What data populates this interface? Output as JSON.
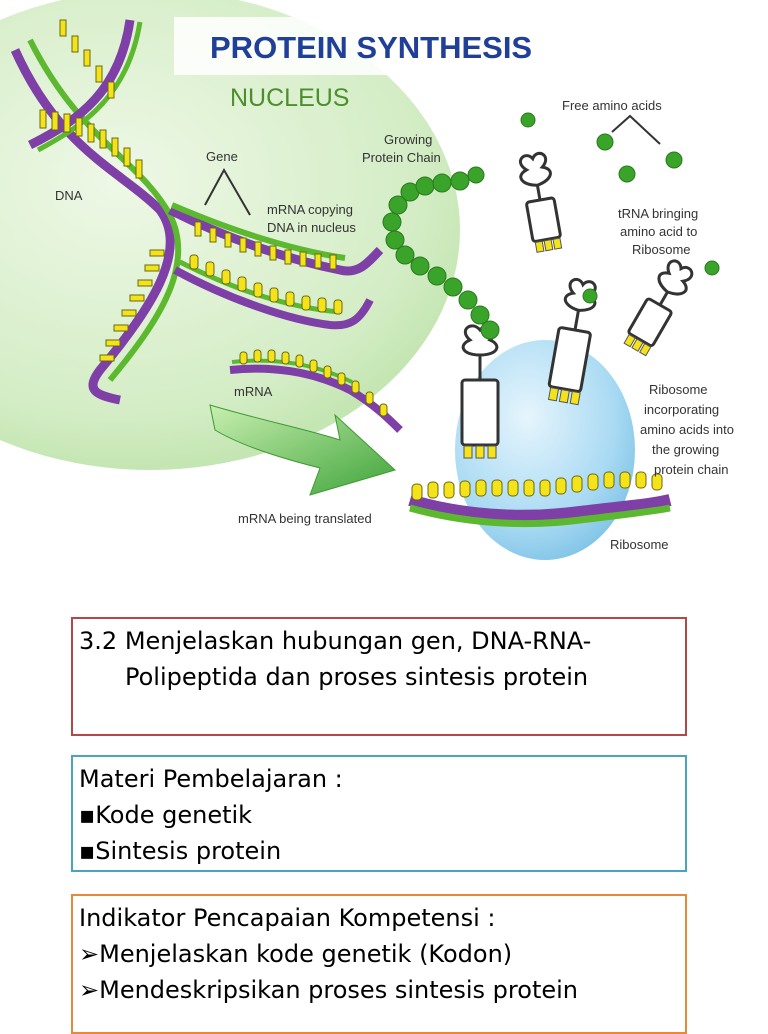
{
  "diagram": {
    "title": "PROTEIN SYNTHESIS",
    "nucleus_label": "NUCLEUS",
    "labels": {
      "dna": "DNA",
      "gene": "Gene",
      "mrna_copying_1": "mRNA copying",
      "mrna_copying_2": "DNA in nucleus",
      "growing_1": "Growing",
      "growing_2": "Protein Chain",
      "free_amino": "Free amino acids",
      "trna_1": "tRNA bringing",
      "trna_2": "amino acid to",
      "trna_3": "Ribosome",
      "mrna": "mRNA",
      "ribo_inc_1": "Ribosome",
      "ribo_inc_2": "incorporating",
      "ribo_inc_3": "amino acids into",
      "ribo_inc_4": "the growing",
      "ribo_inc_5": "protein chain",
      "mrna_translated": "mRNA being translated",
      "ribosome": "Ribosome"
    },
    "colors": {
      "title": "#1f3f98",
      "nucleus_fill": "#d9f0cf",
      "dna_purple": "#7e3fa6",
      "dna_green": "#5cb82e",
      "bases_yellow": "#f4e21a",
      "amino_green": "#3aa32a",
      "ribosome_blue": "#9fd3ef"
    }
  },
  "competency": {
    "number": "3.2",
    "text": "Menjelaskan hubungan gen, DNA-RNA-Polipeptida dan proses sintesis protein"
  },
  "materials": {
    "heading": "Materi Pembelajaran :",
    "items": [
      "Kode genetik",
      "Sintesis protein"
    ]
  },
  "indicators": {
    "heading": "Indikator Pencapaian Kompetensi :",
    "items": [
      "Menjelaskan kode genetik (Kodon)",
      "Mendeskripsikan proses sintesis protein"
    ]
  }
}
